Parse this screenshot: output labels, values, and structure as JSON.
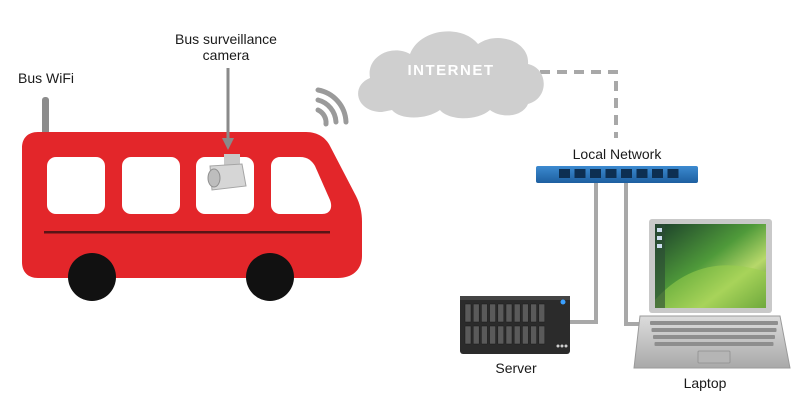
{
  "labels": {
    "bus_wifi": "Bus WiFi",
    "camera_line1": "Bus surveillance",
    "camera_line2": "camera",
    "internet": "INTERNET",
    "local_network": "Local Network",
    "server": "Server",
    "laptop": "Laptop"
  },
  "colors": {
    "bus_body": "#e3262a",
    "bus_window": "#ffffff",
    "wheel": "#111111",
    "cloud": "#cfcfcf",
    "internet_text": "#ffffff",
    "switch": "#1f6fb5",
    "cable": "#a8a8a8",
    "server": "#2b2b2b",
    "laptop_body": "#c9c9c9"
  }
}
